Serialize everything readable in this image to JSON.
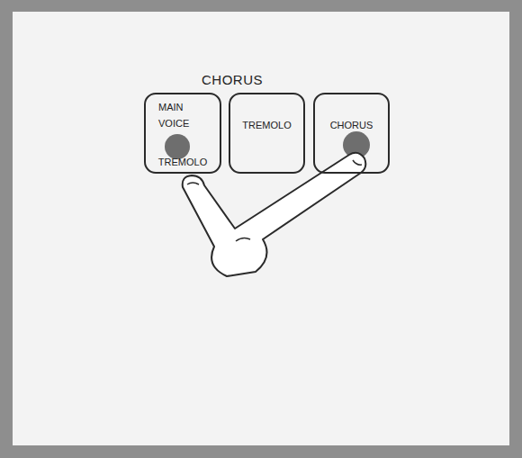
{
  "diagram": {
    "title": "CHORUS",
    "nodes": [
      {
        "text": [
          "MAIN VOICE",
          "TREMOLO"
        ]
      },
      {
        "text": [
          "TREMOLO"
        ]
      },
      {
        "text": [
          "CHORUS"
        ]
      }
    ],
    "edges": []
  }
}
